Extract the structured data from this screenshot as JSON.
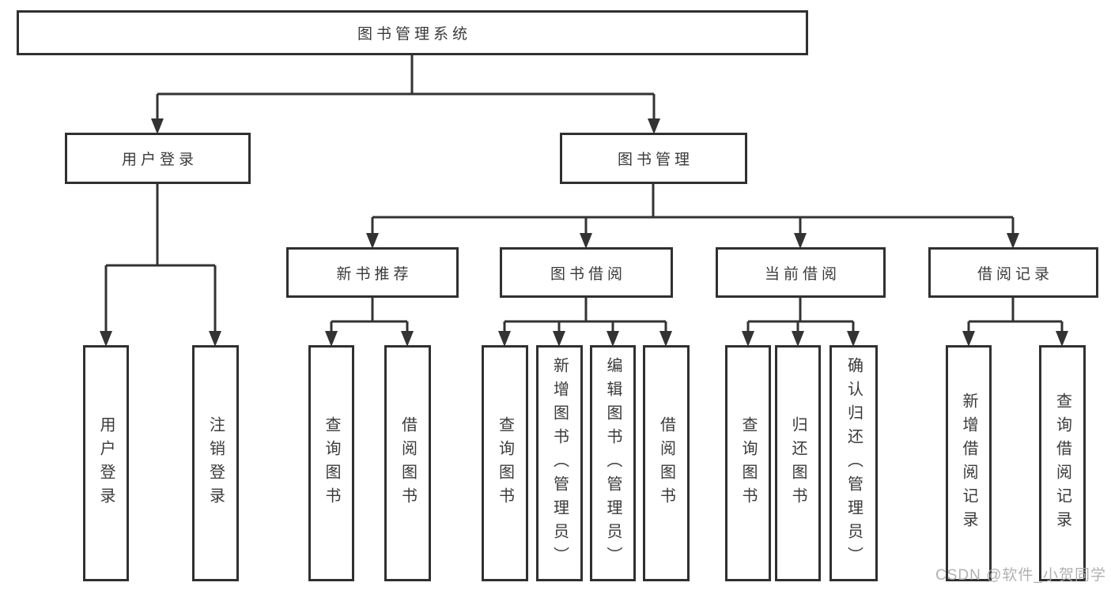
{
  "diagram": {
    "title": "图书管理系统",
    "user_login": {
      "label": "用户登录",
      "children": [
        "用户登录",
        "注销登录"
      ]
    },
    "book_management": {
      "label": "图书管理",
      "sections": {
        "new_book_recommend": {
          "label": "新书推荐",
          "children": [
            "查询图书",
            "借阅图书"
          ]
        },
        "book_borrowing": {
          "label": "图书借阅",
          "children": [
            "查询图书",
            "新增图书（管理员）",
            "编辑图书（管理员）",
            "借阅图书"
          ]
        },
        "current_borrowing": {
          "label": "当前借阅",
          "children": [
            "查询图书",
            "归还图书",
            "确认归还（管理员）"
          ]
        },
        "borrowing_records": {
          "label": "借阅记录",
          "children": [
            "新增借阅记录",
            "查询借阅记录"
          ]
        }
      }
    }
  },
  "watermark": "CSDN @软件_小贺同学",
  "colors": {
    "line": "#333333",
    "text": "#3a3a3a",
    "watermark": "#ababab",
    "background": "#ffffff"
  }
}
